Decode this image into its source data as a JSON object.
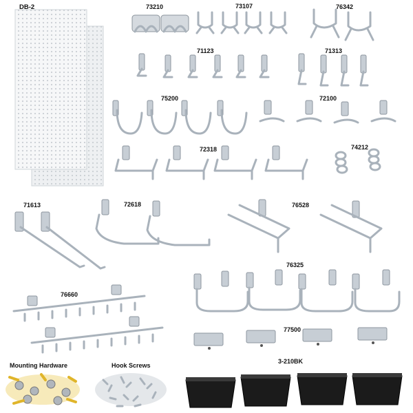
{
  "labels": {
    "db2": "DB-2",
    "p73210": "73210",
    "p73107": "73107",
    "p76342": "76342",
    "p71123": "71123",
    "p71313": "71313",
    "p75200": "75200",
    "p72100": "72100",
    "p72318": "72318",
    "p74212": "74212",
    "p71613": "71613",
    "p72618": "72618",
    "p76528": "76528",
    "p76660": "76660",
    "p76325": "76325",
    "p77500": "77500",
    "mounting": "Mounting Hardware",
    "screws": "Hook Screws",
    "bins": "3-210BK"
  },
  "colors": {
    "pegboard": "#f4f5f6",
    "metal": "#a9b2bb",
    "bin": "#1b1b1b",
    "hardware_yellow": "#e8c23a"
  }
}
